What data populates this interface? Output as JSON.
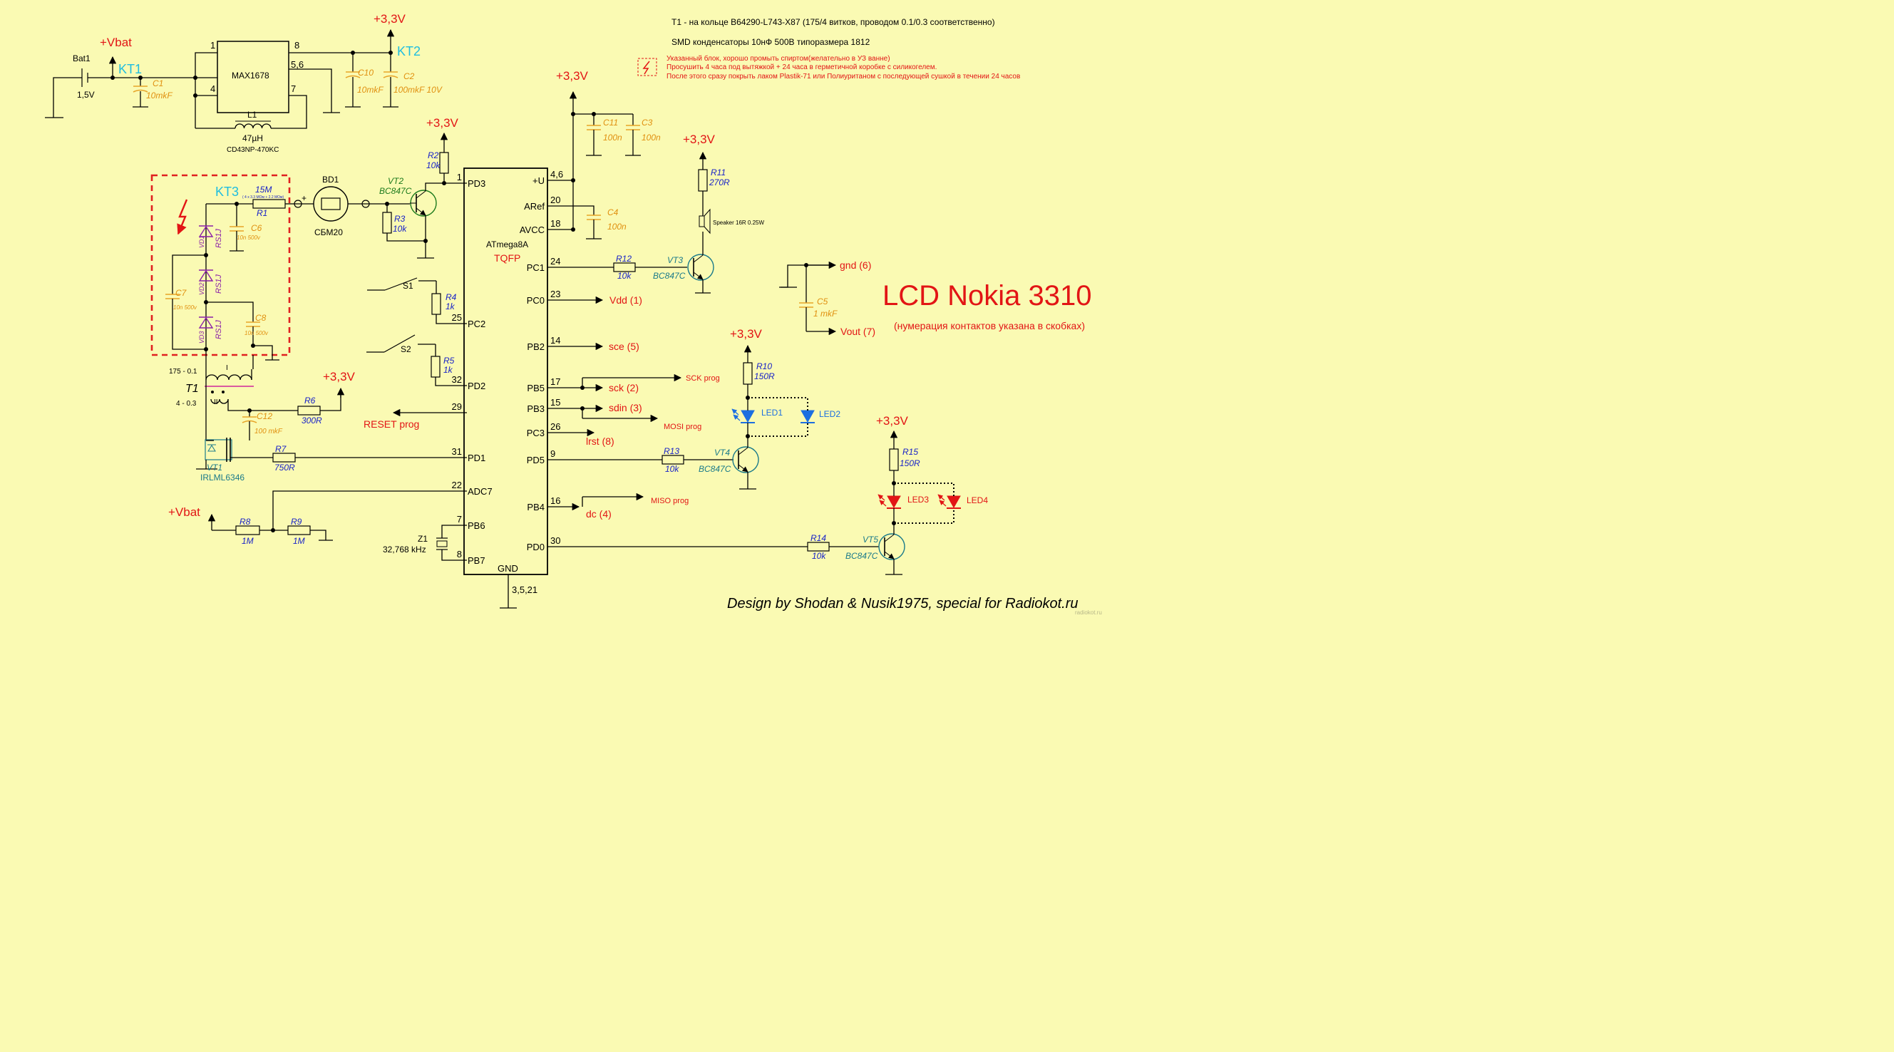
{
  "title": "LCD Nokia 3310",
  "subtitle": "(нумерация контактов указана в скобках)",
  "credit": "Design by Shodan & Nusik1975, special for Radiokot.ru",
  "watermark": "radiokot.ru",
  "notes": {
    "t1": "T1 - на кольце B64290-L743-X87 (175/4 витков, проводом 0.1/0.3 соответственно)",
    "smd": "SMD конденсаторы 10нФ 500В типоразмера 1812",
    "warn1": "Указанный блок, хорошо промыть спиртом(желательно в УЗ ванне)",
    "warn2": "Просушить 4 часа под вытяжкой + 24 часа в герметичной коробке с силикогелем.",
    "warn3": "После этого сразу покрыть лаком Plastik-71 или Полиуританом с последующей сушкой в течении 24 часов"
  },
  "rails": {
    "v33": "+3,3V",
    "vbat": "+Vbat"
  },
  "testpoints": {
    "kt1": "KT1",
    "kt2": "KT2",
    "kt3": "KT3"
  },
  "power": {
    "bat_name": "Bat1",
    "bat_value": "1,5V",
    "ic": "MAX1678",
    "pins": {
      "p1": "1",
      "p4": "4",
      "p8": "8",
      "p56": "5,6",
      "p7": "7"
    },
    "l1_name": "L1",
    "l1_value": "47µH",
    "l1_part": "CD43NP-470KC",
    "c1": "C1",
    "c1_value": "10mkF",
    "c10": "C10",
    "c10_value": "10mkF",
    "c2": "C2",
    "c2_value": "100mkF 10V"
  },
  "hv": {
    "r1": "R1",
    "r1_value": "15M",
    "r1_note": "( 4 x 3.3 MOм + 2.2 MOм)",
    "vd1": "VD1",
    "vd2": "VD2",
    "vd3": "VD3",
    "diode": "RS1J",
    "c6": "C6",
    "c7": "C7",
    "c8": "C8",
    "c_value": "10n 500v",
    "bd1": "BD1",
    "tube": "СБМ20",
    "plus": "+",
    "t1": "T1",
    "t1_winding1": "I",
    "t1_winding2": "II",
    "t1_turns1": "175 - 0.1",
    "t1_turns2": "4 - 0.3",
    "vt1": "VT1",
    "vt1_part": "IRLML6346",
    "c12": "C12",
    "c12_value": "100 mkF",
    "r6": "R6",
    "r6_value": "300R",
    "r7": "R7",
    "r7_value": "750R"
  },
  "mcu": {
    "name": "ATmega8A",
    "package": "TQFP",
    "left_pins": [
      {
        "num": "1",
        "label": "PD3"
      },
      {
        "num": "25",
        "label": "PC2"
      },
      {
        "num": "32",
        "label": "PD2"
      },
      {
        "num": "29",
        "label": ""
      },
      {
        "num": "31",
        "label": "PD1"
      },
      {
        "num": "22",
        "label": "ADC7"
      },
      {
        "num": "7",
        "label": "PB6"
      },
      {
        "num": "8",
        "label": "PB7"
      }
    ],
    "right_pins": [
      {
        "num": "4,6",
        "label": "+U"
      },
      {
        "num": "20",
        "label": "ARef"
      },
      {
        "num": "18",
        "label": "AVCC"
      },
      {
        "num": "24",
        "label": "PC1"
      },
      {
        "num": "23",
        "label": "PC0"
      },
      {
        "num": "14",
        "label": "PB2"
      },
      {
        "num": "17",
        "label": "PB5"
      },
      {
        "num": "15",
        "label": "PB3"
      },
      {
        "num": "26",
        "label": "PC3"
      },
      {
        "num": "9",
        "label": "PD5"
      },
      {
        "num": "16",
        "label": "PB4"
      },
      {
        "num": "30",
        "label": "PD0"
      }
    ],
    "gnd_label": "GND",
    "gnd_pins": "3,5,21"
  },
  "parts": {
    "r2": "R2",
    "r2_value": "10k",
    "r3": "R3",
    "r3_value": "10k",
    "vt2": "VT2",
    "vt2_part": "BC847C",
    "r4": "R4",
    "r4_value": "1k",
    "r5": "R5",
    "r5_value": "1k",
    "s1": "S1",
    "s2": "S2",
    "r8": "R8",
    "r8_value": "1M",
    "r9": "R9",
    "r9_value": "1M",
    "z1": "Z1",
    "z1_value": "32,768 kHz",
    "c11": "C11",
    "c11_value": "100n",
    "c3": "C3",
    "c3_value": "100n",
    "c4": "C4",
    "c4_value": "100n",
    "r11": "R11",
    "r11_value": "270R",
    "speaker": "Speaker 16R 0.25W",
    "r12": "R12",
    "r12_value": "10k",
    "vt3": "VT3",
    "vt3_part": "BC847C",
    "c5": "C5",
    "c5_value": "1 mkF",
    "r10": "R10",
    "r10_value": "150R",
    "led1": "LED1",
    "led2": "LED2",
    "r13": "R13",
    "r13_value": "10k",
    "vt4": "VT4",
    "vt4_part": "BC847C",
    "r15": "R15",
    "r15_value": "150R",
    "led3": "LED3",
    "led4": "LED4",
    "r14": "R14",
    "r14_value": "10k",
    "vt5": "VT5",
    "vt5_part": "BC847C"
  },
  "nets": {
    "vdd": "Vdd (1)",
    "sce": "sce (5)",
    "sck": "sck (2)",
    "sdin": "sdin (3)",
    "lrst": "lrst (8)",
    "dc": "dc (4)",
    "gnd": "gnd (6)",
    "vout": "Vout (7)",
    "sck_prog": "SCK prog",
    "mosi_prog": "MOSI prog",
    "miso_prog": "MISO prog",
    "reset_prog": "RESET prog"
  }
}
